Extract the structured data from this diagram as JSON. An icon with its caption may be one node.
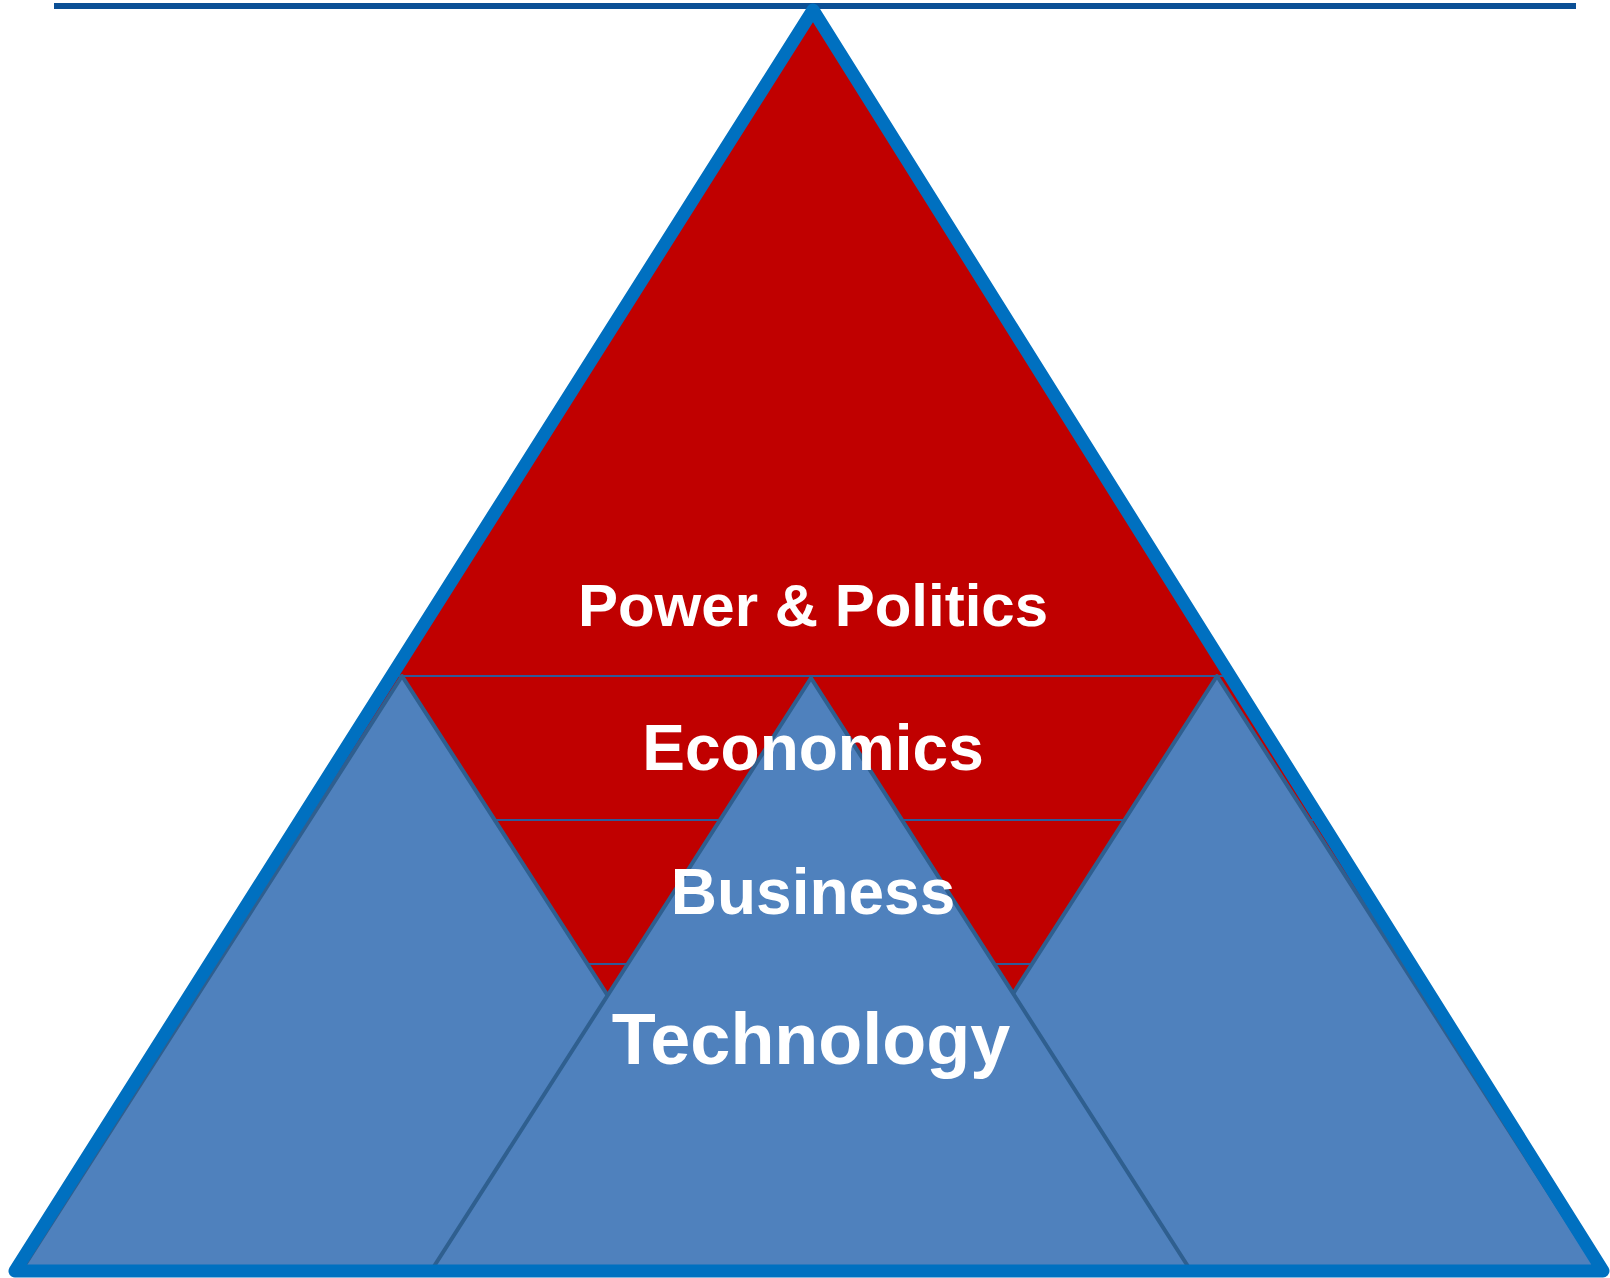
{
  "diagram": {
    "nodes": [
      {
        "text": [],
        "shape": "triangle"
      },
      {
        "text": [
          "Power & Politics"
        ],
        "in": 0
      },
      {
        "text": [
          "Economics"
        ],
        "in": 0
      },
      {
        "text": [
          "Business"
        ],
        "in": 0
      },
      {
        "text": [],
        "shape": "triangle",
        "in": 0
      },
      {
        "text": [],
        "shape": "triangle",
        "in": 0
      },
      {
        "text": [
          "Technology"
        ],
        "in": 0
      }
    ]
  }
}
